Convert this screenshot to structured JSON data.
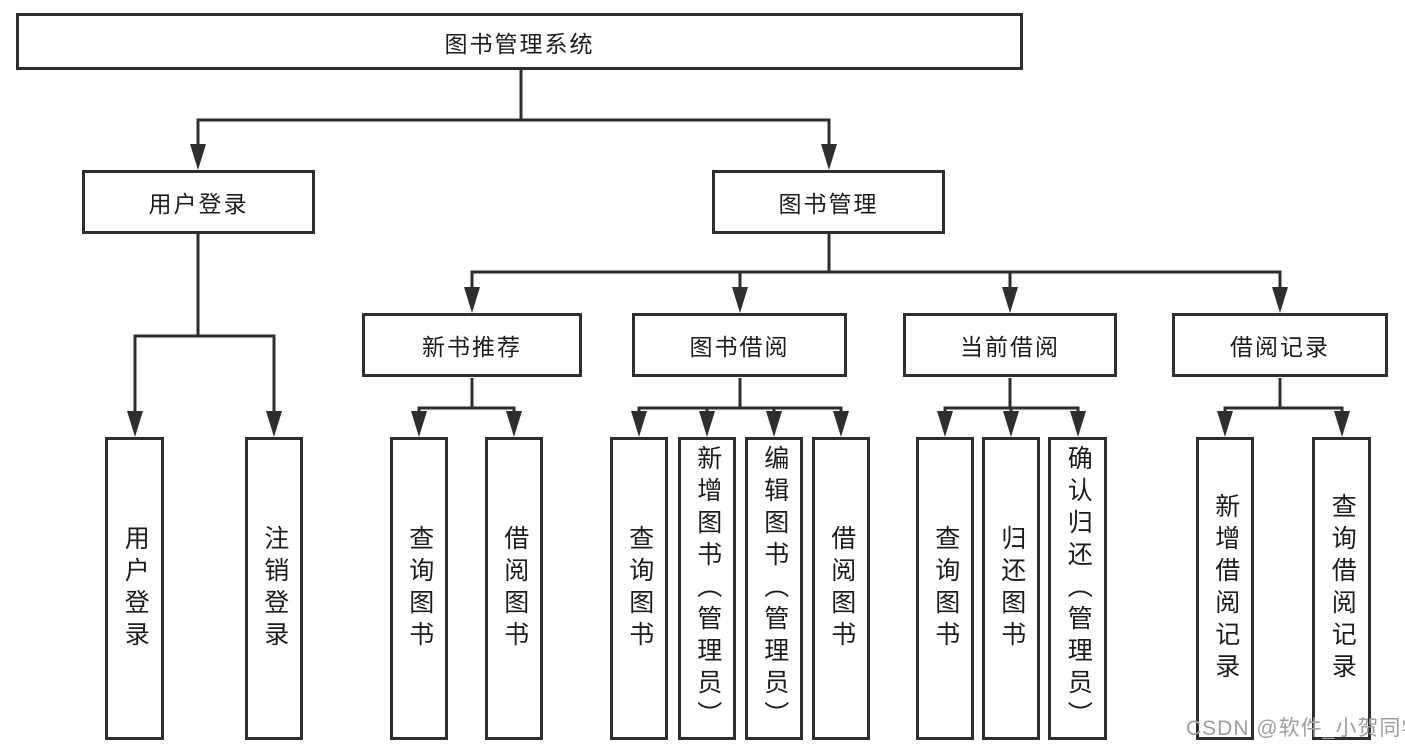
{
  "diagram_title": "图书管理系统",
  "watermark": "CSDN @软件_小贺同学",
  "colors": {
    "line": "#2e2e2e",
    "box_border": "#2e2e2e",
    "box_fill": "#ffffff",
    "text": "#1c1c1c",
    "watermark": "#9e9e9e",
    "background": "#ffffff"
  },
  "tree": {
    "label": "图书管理系统",
    "children": [
      {
        "label": "用户登录",
        "children": [
          {
            "label": "用户登录"
          },
          {
            "label": "注销登录"
          }
        ]
      },
      {
        "label": "图书管理",
        "children": [
          {
            "label": "新书推荐",
            "children": [
              {
                "label": "查询图书"
              },
              {
                "label": "借阅图书"
              }
            ]
          },
          {
            "label": "图书借阅",
            "children": [
              {
                "label": "查询图书"
              },
              {
                "label": "新增图书（管理员）"
              },
              {
                "label": "编辑图书（管理员）"
              },
              {
                "label": "借阅图书"
              }
            ]
          },
          {
            "label": "当前借阅",
            "children": [
              {
                "label": "查询图书"
              },
              {
                "label": "归还图书"
              },
              {
                "label": "确认归还（管理员）"
              }
            ]
          },
          {
            "label": "借阅记录",
            "children": [
              {
                "label": "新增借阅记录"
              },
              {
                "label": "查询借阅记录"
              }
            ]
          }
        ]
      }
    ]
  }
}
